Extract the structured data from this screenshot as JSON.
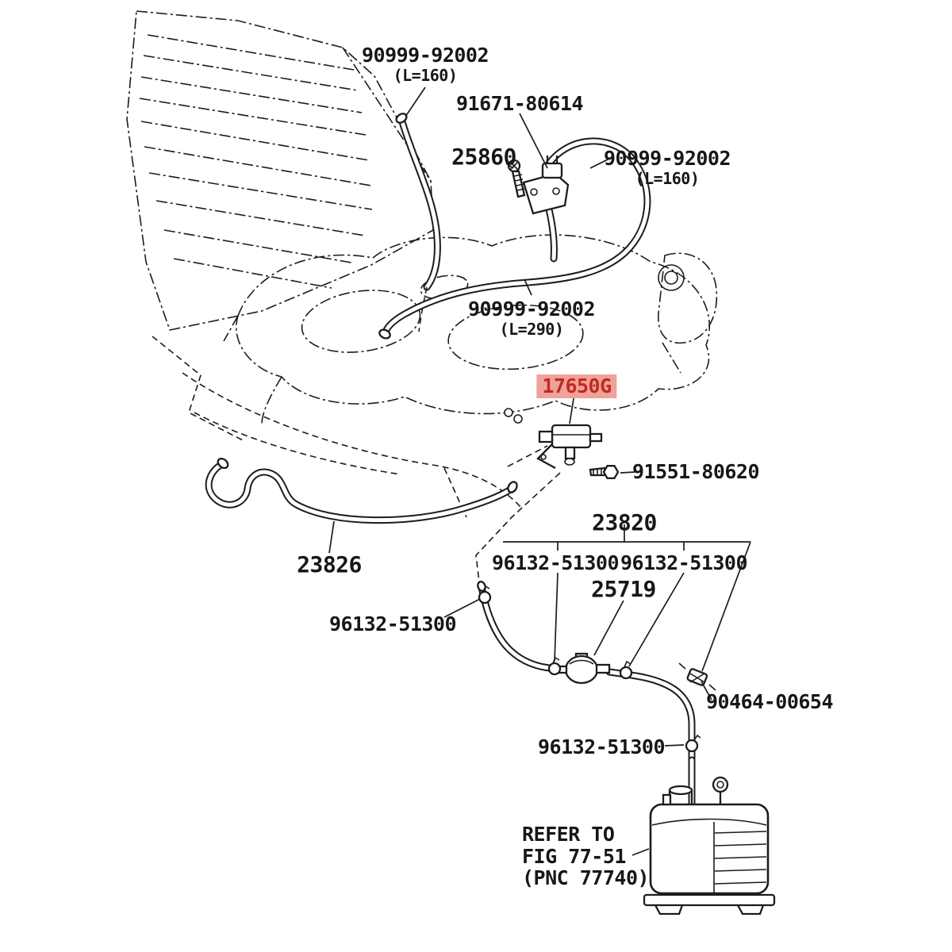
{
  "diagram": {
    "title": "Vacuum piping parts diagram",
    "highlight": {
      "bg": "#efa29a",
      "text_color": "#c22a20"
    },
    "labels": {
      "hose_top_left": {
        "part": "90999-92002",
        "length": "(L=160)"
      },
      "bracket_valve": {
        "part": "91671-80614"
      },
      "bolt_upper": {
        "part": "25860"
      },
      "hose_right": {
        "part": "90999-92002",
        "length": "(L=160)"
      },
      "hose_middle": {
        "part": "90999-92002",
        "length": "(L=290)"
      },
      "vsv": {
        "part": "17650G"
      },
      "bolt_lower": {
        "part": "91551-80620"
      },
      "hose_front": {
        "part": "23826"
      },
      "hose_assembly": {
        "part": "23820"
      },
      "clamp_a": {
        "part": "96132-51300"
      },
      "clamp_b": {
        "part": "96132-51300"
      },
      "check_valve": {
        "part": "25719"
      },
      "clamp_c": {
        "part": "96132-51300"
      },
      "clamp_d": {
        "part": "90464-00654"
      },
      "clamp_e": {
        "part": "96132-51300"
      },
      "refer_note": {
        "line1": "REFER TO",
        "line2": "FIG 77-51",
        "line3": "(PNC 77740)"
      }
    }
  }
}
